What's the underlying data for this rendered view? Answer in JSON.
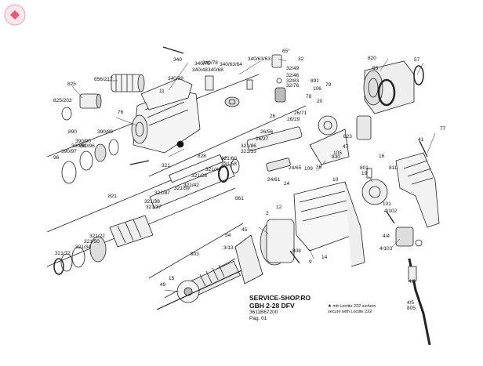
{
  "info": {
    "shop": "SERVICE-SHOP.RO",
    "model": "GBH 2-28 DFV",
    "code": "3611B67200",
    "page": "Pag. 01"
  },
  "note": {
    "line1": "★ mit Loctite 222 sichern",
    "line2": "secure with Loctite 222"
  },
  "labels": [
    "825",
    "656/217",
    "825/203",
    "76",
    "890",
    "390/89",
    "390/90",
    "390/91",
    "390/97",
    "390/96",
    "96",
    "340",
    "340/39",
    "340/78",
    "340/48",
    "340/75",
    "340/68",
    "340/63/64",
    "340/63/63",
    "11",
    "32",
    "32/49",
    "32/46",
    "32/83",
    "32/76",
    "65°",
    "891",
    "79",
    "106",
    "78",
    "20",
    "820",
    "55",
    "57",
    "26",
    "26/71",
    "26/29",
    "26/56",
    "26/27",
    "47",
    "105",
    "823",
    "830",
    "24/65",
    "109",
    "36",
    "321",
    "828",
    "321/86",
    "321/33",
    "321/60",
    "321/58",
    "321/46",
    "321/42",
    "321/28",
    "321/59",
    "821",
    "321/87",
    "321/38",
    "321/37",
    "24/61",
    "24",
    "861",
    "10",
    "801",
    "16",
    "811",
    "19",
    "41",
    "77",
    "101",
    "4/102",
    "4/4",
    "4/103",
    "4/6",
    "4/5",
    "805",
    "321/22",
    "321/50",
    "321/34",
    "321/72",
    "803",
    "3/13",
    "54",
    "45",
    "2",
    "12",
    "808",
    "9",
    "14",
    "49",
    "15"
  ]
}
